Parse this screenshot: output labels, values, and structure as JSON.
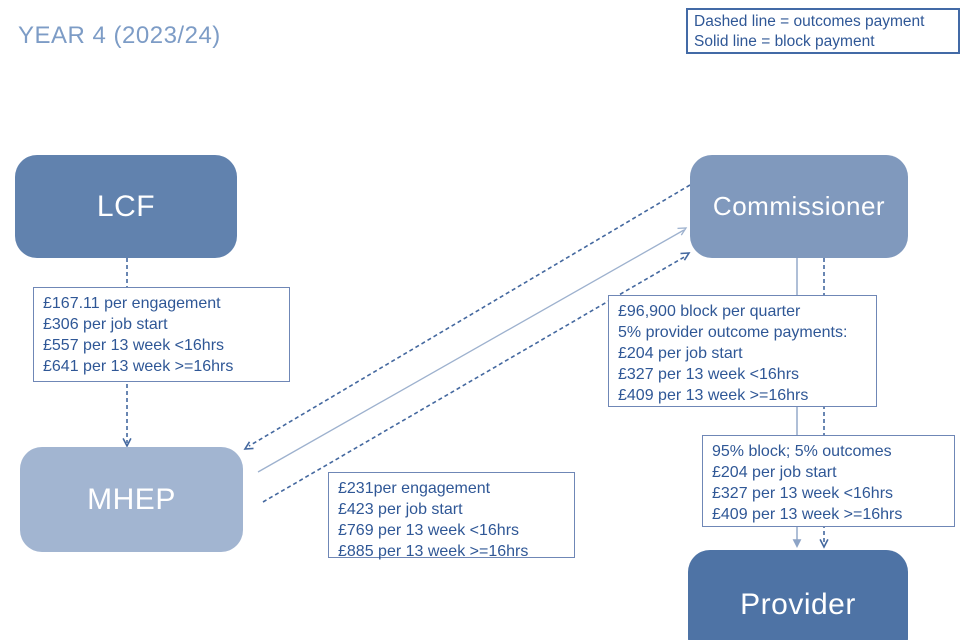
{
  "title": "YEAR 4 (2023/24)",
  "legend": {
    "dashed_meaning": "Dashed line = outcomes payment",
    "solid_meaning": "Solid line = block payment"
  },
  "nodes": {
    "lcf": "LCF",
    "commissioner": "Commissioner",
    "mhep": "MHEP",
    "provider": "Provider"
  },
  "payments": {
    "lcf_to_mhep": [
      "£167.11 per engagement",
      "£306 per job start",
      "£557 per 13 week <16hrs",
      "£641 per 13 week >=16hrs"
    ],
    "commissioner_block": [
      "£96,900 block per quarter",
      "5% provider outcome payments:",
      "£204 per job start",
      "£327 per 13 week <16hrs",
      "£409 per 13 week >=16hrs"
    ],
    "commissioner_to_provider": [
      "95% block; 5% outcomes",
      "£204 per job start",
      "£327 per 13 week <16hrs",
      "£409 per 13 week >=16hrs"
    ],
    "mhep_to_commissioner": [
      "£231per engagement",
      "£423 per job start",
      "£769 per 13 week <16hrs",
      "£885 per 13 week >=16hrs"
    ]
  },
  "colors": {
    "title_text": "#7d9cc6",
    "body_text": "#2f5796",
    "legend_border": "#436aa6",
    "node_lcf": "#6182ae",
    "node_commissioner": "#8099bd",
    "node_mhep": "#a2b5d1",
    "node_provider": "#4e73a5",
    "dashed_line": "#44689f",
    "solid_line": "#9db1ce",
    "pay_box_border": "#6f87b6"
  }
}
